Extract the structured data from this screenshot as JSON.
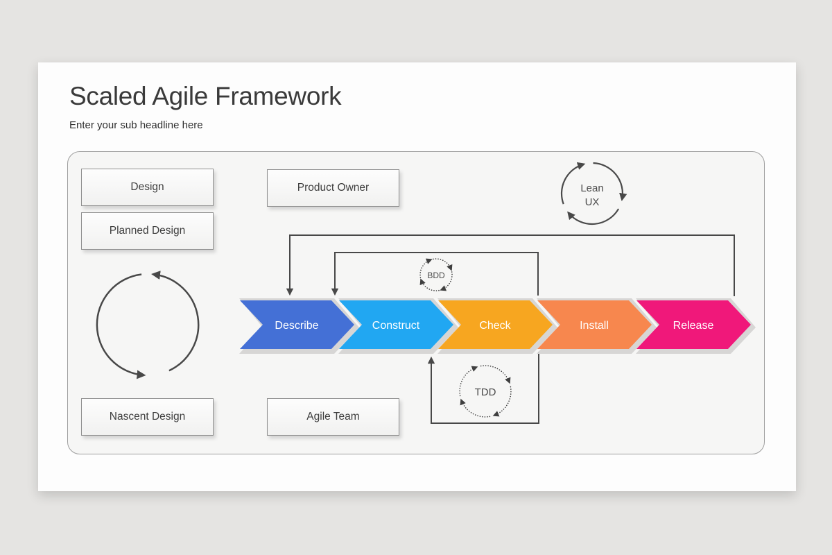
{
  "header": {
    "title": "Scaled Agile Framework",
    "subtitle": "Enter your sub headline here"
  },
  "boxes": {
    "design": "Design",
    "planned_design": "Planned Design",
    "nascent_design": "Nascent Design",
    "product_owner": "Product Owner",
    "agile_team": "Agile Team"
  },
  "flow": {
    "shadow_color": "#d7d6d5",
    "text_color": "#ffffff",
    "steps": [
      {
        "label": "Describe",
        "color": "#4470d6"
      },
      {
        "label": "Construct",
        "color": "#21a7f2"
      },
      {
        "label": "Check",
        "color": "#f7a620"
      },
      {
        "label": "Install",
        "color": "#f7874e"
      },
      {
        "label": "Release",
        "color": "#f0187a"
      }
    ]
  },
  "cycles": {
    "lean_ux": {
      "line1": "Lean",
      "line2": "UX"
    },
    "bdd": {
      "label": "BDD"
    },
    "tdd": {
      "label": "TDD"
    }
  }
}
